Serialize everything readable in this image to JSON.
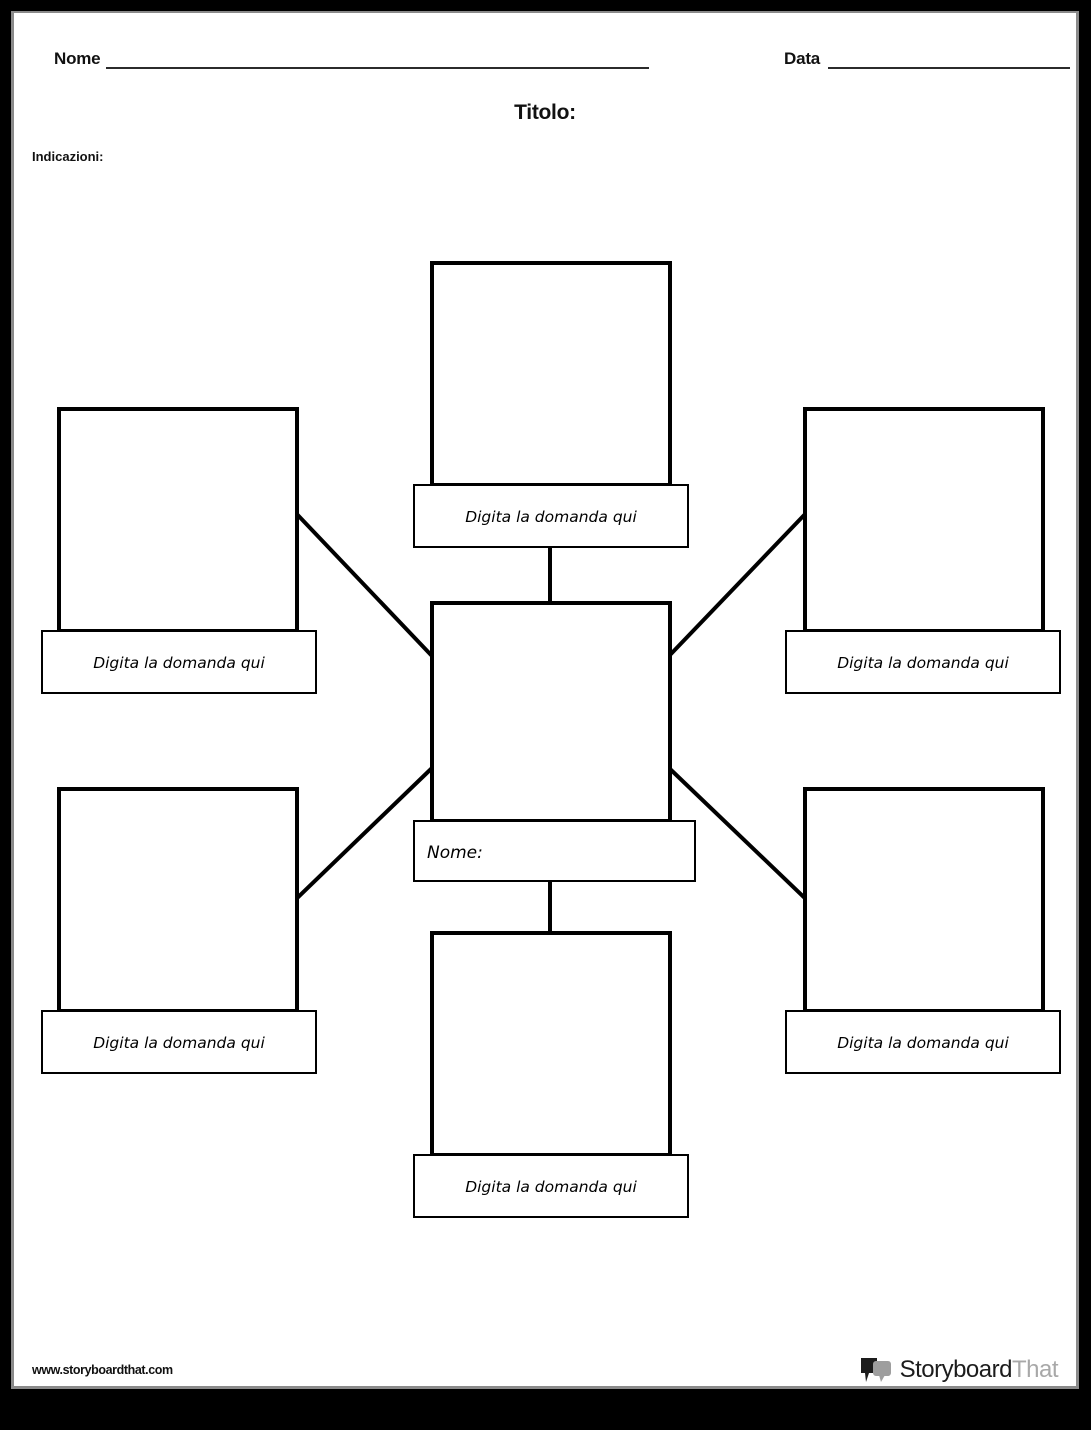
{
  "page": {
    "background_color": "#000000",
    "sheet_color": "#ffffff",
    "border_color": "#8a8a8a"
  },
  "header": {
    "name_label": "Nome",
    "date_label": "Data",
    "title_label": "Titolo:",
    "instructions_label": "Indicazioni:"
  },
  "diagram": {
    "type": "concept-web",
    "center": {
      "label": "Nome:",
      "label_align": "left"
    },
    "branches": [
      {
        "position": "top",
        "label": "Digita la domanda qui"
      },
      {
        "position": "left-upper",
        "label": "Digita la domanda qui"
      },
      {
        "position": "right-upper",
        "label": "Digita la domanda qui"
      },
      {
        "position": "left-lower",
        "label": "Digita la domanda qui"
      },
      {
        "position": "right-lower",
        "label": "Digita la domanda qui"
      },
      {
        "position": "bottom",
        "label": "Digita la domanda qui"
      }
    ]
  },
  "footer": {
    "url": "www.storyboardthat.com",
    "logo": {
      "word_dark": "Storyboard",
      "word_light": "That",
      "icon": "speech-bubbles-icon",
      "dark_color": "#1c1c1c",
      "light_color": "#a8a8a8"
    }
  }
}
